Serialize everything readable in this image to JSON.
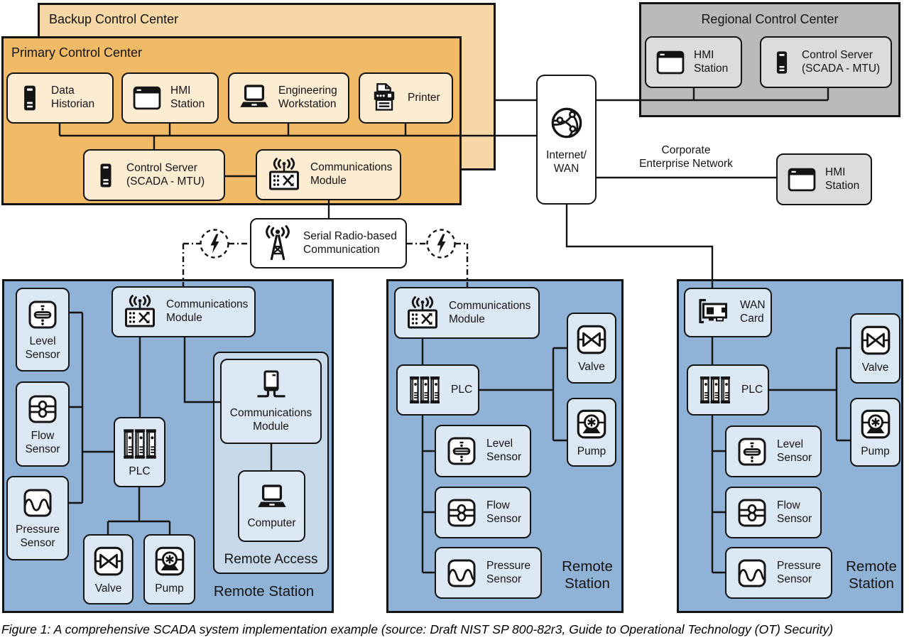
{
  "caption": "Figure 1: A comprehensive SCADA system implementation example (source: Draft NIST SP 800-82r3, Guide to Operational Technology (OT) Security)",
  "colors": {
    "backup_fill": "#f6d7a5",
    "primary_fill": "#f0ba66",
    "control_node_fill": "#fbecd2",
    "regional_fill": "#bababa",
    "regional_node_fill": "#dcdcdc",
    "station_fill": "#8fb2d6",
    "station_node_fill": "#dce9f5",
    "remote_access_fill": "#c7d8e9",
    "white_fill": "#ffffff",
    "line_color": "#141414"
  },
  "backup_control_center": {
    "title": "Backup Control Center"
  },
  "primary_control_center": {
    "title": "Primary Control Center",
    "data_historian": {
      "label": "Data\nHistorian",
      "icon": "server-icon"
    },
    "hmi_station": {
      "label": "HMI\nStation",
      "icon": "hmi-window-icon"
    },
    "engineering_workstation": {
      "label": "Engineering\nWorkstation",
      "icon": "laptop-icon"
    },
    "printer": {
      "label": "Printer",
      "icon": "printer-icon"
    },
    "control_server": {
      "label": "Control Server\n(SCADA - MTU)",
      "icon": "server-icon"
    },
    "communications_module": {
      "label": "Communications\nModule",
      "icon": "comm-module-icon"
    }
  },
  "regional_control_center": {
    "title": "Regional Control Center",
    "hmi_station": {
      "label": "HMI\nStation",
      "icon": "hmi-window-icon"
    },
    "control_server": {
      "label": "Control Server\n(SCADA - MTU)",
      "icon": "server-icon"
    }
  },
  "internet_wan": {
    "label": "Internet/\nWAN",
    "icon": "globe-network-icon"
  },
  "corporate": {
    "network_label": "Corporate\nEnterprise Network",
    "hmi_station": {
      "label": "HMI\nStation",
      "icon": "hmi-window-icon"
    }
  },
  "serial_radio": {
    "label": "Serial Radio-based\nCommunication",
    "icon": "radio-tower-icon",
    "link_icon": "lightning-icon"
  },
  "remote_station_1": {
    "title": "Remote Station",
    "communications_module": {
      "label": "Communications\nModule",
      "icon": "comm-module-icon"
    },
    "level_sensor": {
      "label": "Level\nSensor",
      "icon": "level-sensor-icon"
    },
    "flow_sensor": {
      "label": "Flow\nSensor",
      "icon": "flow-sensor-icon"
    },
    "pressure_sensor": {
      "label": "Pressure\nSensor",
      "icon": "pressure-sensor-icon"
    },
    "plc": {
      "label": "PLC",
      "icon": "plc-icon"
    },
    "valve": {
      "label": "Valve",
      "icon": "valve-icon"
    },
    "pump": {
      "label": "Pump",
      "icon": "pump-icon"
    },
    "remote_access": {
      "title": "Remote Access",
      "communications_module": {
        "label": "Communications\nModule",
        "icon": "modem-icon"
      },
      "computer": {
        "label": "Computer",
        "icon": "laptop-icon"
      }
    }
  },
  "remote_station_2": {
    "title": "Remote\nStation",
    "communications_module": {
      "label": "Communications\nModule",
      "icon": "comm-module-icon"
    },
    "plc": {
      "label": "PLC",
      "icon": "plc-icon"
    },
    "valve": {
      "label": "Valve",
      "icon": "valve-icon"
    },
    "pump": {
      "label": "Pump",
      "icon": "pump-icon"
    },
    "level_sensor": {
      "label": "Level\nSensor",
      "icon": "level-sensor-icon"
    },
    "flow_sensor": {
      "label": "Flow\nSensor",
      "icon": "flow-sensor-icon"
    },
    "pressure_sensor": {
      "label": "Pressure\nSensor",
      "icon": "pressure-sensor-icon"
    }
  },
  "remote_station_3": {
    "title": "Remote\nStation",
    "wan_card": {
      "label": "WAN\nCard",
      "icon": "wan-card-icon"
    },
    "plc": {
      "label": "PLC",
      "icon": "plc-icon"
    },
    "valve": {
      "label": "Valve",
      "icon": "valve-icon"
    },
    "pump": {
      "label": "Pump",
      "icon": "pump-icon"
    },
    "level_sensor": {
      "label": "Level\nSensor",
      "icon": "level-sensor-icon"
    },
    "flow_sensor": {
      "label": "Flow\nSensor",
      "icon": "flow-sensor-icon"
    },
    "pressure_sensor": {
      "label": "Pressure\nSensor",
      "icon": "pressure-sensor-icon"
    }
  }
}
